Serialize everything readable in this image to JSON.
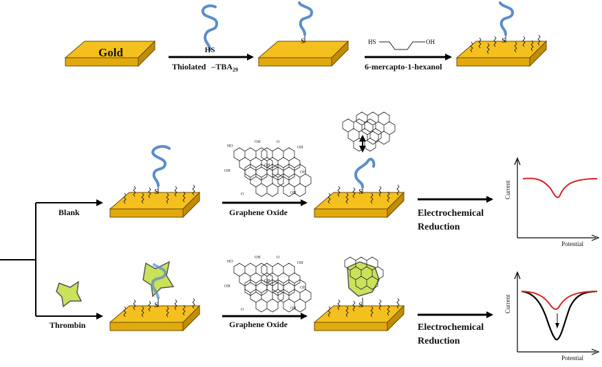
{
  "step1": {
    "gold_label": "Gold",
    "arrow1_label": "Thiolated",
    "arrow1_tba": "–TBA",
    "arrow1_sub": "29",
    "thiol_label": "HS",
    "sulfur_label": "S",
    "arrow2_label": "6-mercapto-1-hexanol",
    "mch_hs": "HS",
    "mch_oh": "OH"
  },
  "branches": {
    "blank_label": "Blank",
    "thrombin_label": "Thrombin"
  },
  "rows": [
    {
      "go_label": "Graphene Oxide",
      "reduction_line1": "Electrochemical",
      "reduction_line2": "Reduction"
    },
    {
      "go_label": "Graphene Oxide",
      "reduction_line1": "Electrochemical",
      "reduction_line2": "Reduction"
    }
  ],
  "graphs": {
    "ylabel": "Current",
    "xlabel": "Potential"
  },
  "colors": {
    "gold_top": "#f5c01e",
    "gold_front": "#e2a90f",
    "gold_side": "#c18c08",
    "aptamer": "#5b8ec9",
    "thrombin": "#c9e25a",
    "red_curve": "#e02020",
    "black_curve": "#000000"
  }
}
